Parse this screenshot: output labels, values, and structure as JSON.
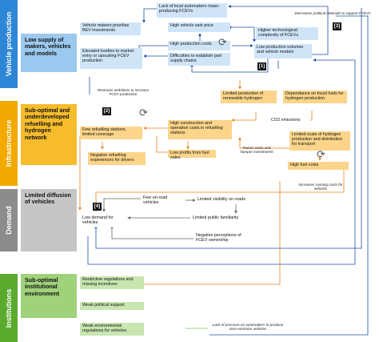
{
  "bands": [
    {
      "label": "Vehicle production",
      "color": "#2e86d6",
      "heading": "Low supply of makers, vehicles and models",
      "heading_color": "#9bc9ef"
    },
    {
      "label": "Infrastructure",
      "color": "#f2a900",
      "heading": "Sub-optimal and underdeveloped refuelling and hydrogen network",
      "heading_color": "#f6bc2b"
    },
    {
      "label": "Demand",
      "color": "#8c8c8c",
      "heading": "Limited diffusion of vehicles",
      "heading_color": "#c6c6c6"
    },
    {
      "label": "Institutions",
      "color": "#5aaa2e",
      "heading": "Sub-optimal institutional environment",
      "heading_color": "#9fd27a"
    }
  ],
  "nodes": {
    "lack_local": "Lack of local automakers mass-producing FCEVs",
    "makers_prioritise": "Vehicle makers prioritise BEV investments",
    "high_sale_price": "High vehicle sale price",
    "higher_complexity": "Higher technological complexity of FCEVs",
    "high_production_costs": "High production costs",
    "elevated_hurdles": "Elevated hurdles to market entry or upscaling FCEV production",
    "difficulties_parts": "Difficulties to establish part supply chains",
    "low_volumes": "Low production volumes and vehicle models",
    "limited_renewable": "Limited production of renewable hydrogen",
    "dependence_fossil": "Dependance on fossil fuels for hydrogen production",
    "high_construction": "High construction and operation costs in refuelling stations",
    "co2": "CO2 emissions",
    "few_stations": "Few refuelling stations, limited coverage",
    "limited_scale": "Limited scale of hydrogen production and distribution for transport",
    "negative_experiences": "Negative refuelling experiences for drivers",
    "low_profits": "Low profits from fuel sales",
    "high_fuel_costs": "High fuel costs",
    "few_on_road": "Few on-road vehicles",
    "limited_visibility": "Limited visibility on roads",
    "low_demand": "Low demand for vehicles",
    "limited_familiarity": "Limited public familiarity",
    "negative_perceptions": "Negative perceptions of FCEV ownership",
    "restrictive_regulations": "Restrictive regulations and missing incentives",
    "weak_political": "Weak political support",
    "weak_environmental": "Weak environmental regulations for vehicles"
  },
  "notes": {
    "decreases_political": "Decreases political rationale to support FCEVs",
    "restrains_ambitions": "Restrains ambitions to increase FCEV production",
    "raises_costs": "Raises costs and hamper investments",
    "increases_running": "Increases running costs for vehicles",
    "lack_pressure": "Lack of pressure on automakers to produce zero-emission vehicles"
  },
  "tags": [
    "[1]",
    "[2]",
    "[3]",
    "[4]"
  ],
  "colors": {
    "blue_link": "#1f4fa8",
    "orange_link": "#e8801e",
    "gray_link": "#666666",
    "green_link": "#7fbf4d"
  }
}
